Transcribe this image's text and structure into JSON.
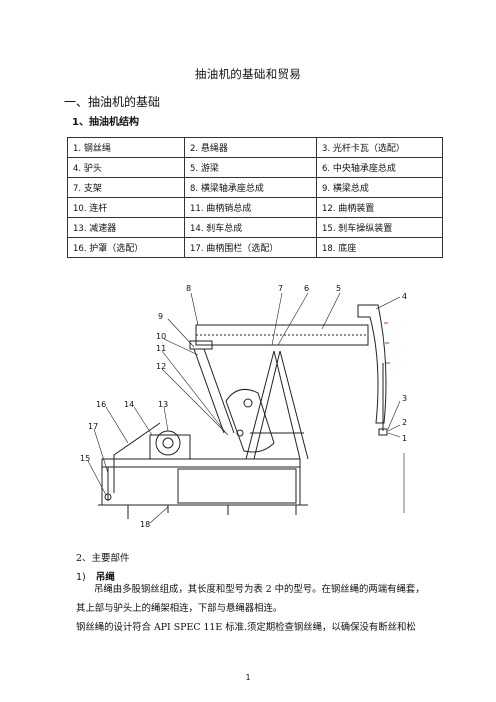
{
  "doc": {
    "title": "抽油机的基础和贸易",
    "heading1": "一、抽油机的基础",
    "heading2": "1、抽油机结构",
    "parts": [
      [
        "1.",
        "钢丝绳",
        "2.",
        "悬绳器",
        "3.",
        "光杆卡瓦（选配）"
      ],
      [
        "4.",
        "驴头",
        "5.",
        "游梁",
        "6.",
        "中央轴承座总成"
      ],
      [
        "7.",
        "支架",
        "8.",
        "横梁轴承座总成",
        "9.",
        "横梁总成"
      ],
      [
        "10.",
        "连杆",
        "11.",
        "曲柄销总成",
        "12.",
        "曲柄装置"
      ],
      [
        "13.",
        "减速器",
        "14.",
        "刹车总成",
        "15.",
        "刹车操纵装置"
      ],
      [
        "16.",
        "护罩（选配）",
        "17.",
        "曲柄围栏（选配）",
        "18.",
        "底座"
      ]
    ],
    "diagram_labels": [
      "8",
      "7",
      "6",
      "5",
      "4",
      "9",
      "10",
      "11",
      "12",
      "3",
      "2",
      "1",
      "16",
      "14",
      "13",
      "17",
      "15",
      "18"
    ],
    "section2": "2、主要部件",
    "section2_1_num": "1)",
    "section2_1_title": "吊绳",
    "para1": "吊绳由多股钢丝组成，其长度和型号为表 2 中的型号。在钢丝绳的两端有绳套，其上部与驴头上的绳架相连，下部与悬绳器相连。",
    "para2": "钢丝绳的设计符合  API SPEC 11E  标准.须定期检查钢丝绳，以确保没有断丝和松",
    "page_number": "1"
  }
}
